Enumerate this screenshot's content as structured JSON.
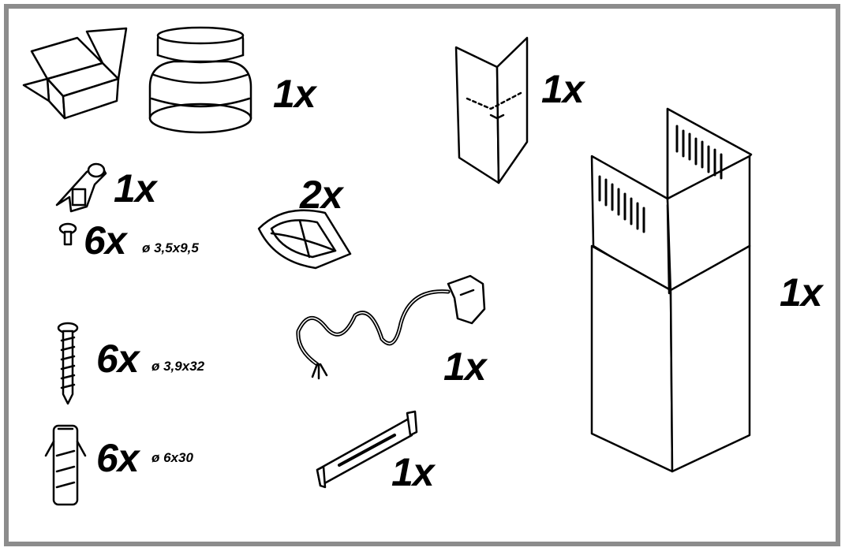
{
  "items": [
    {
      "id": "box",
      "quantity": ""
    },
    {
      "id": "duct-adapter",
      "quantity": "1x"
    },
    {
      "id": "clip",
      "quantity": "1x"
    },
    {
      "id": "screw-small",
      "quantity": "6x",
      "size": "ø 3,5x9,5"
    },
    {
      "id": "filter",
      "quantity": "2x"
    },
    {
      "id": "screw-long",
      "quantity": "6x",
      "size": "ø 3,9x32"
    },
    {
      "id": "wall-plug",
      "quantity": "6x",
      "size": "ø 6x30"
    },
    {
      "id": "corner-bracket",
      "quantity": "1x"
    },
    {
      "id": "power-cable",
      "quantity": "1x"
    },
    {
      "id": "mounting-bracket",
      "quantity": "1x"
    },
    {
      "id": "chimney",
      "quantity": "1x"
    }
  ],
  "colors": {
    "frame": "#8c8c8c",
    "line": "#000000",
    "fill": "#ffffff"
  }
}
